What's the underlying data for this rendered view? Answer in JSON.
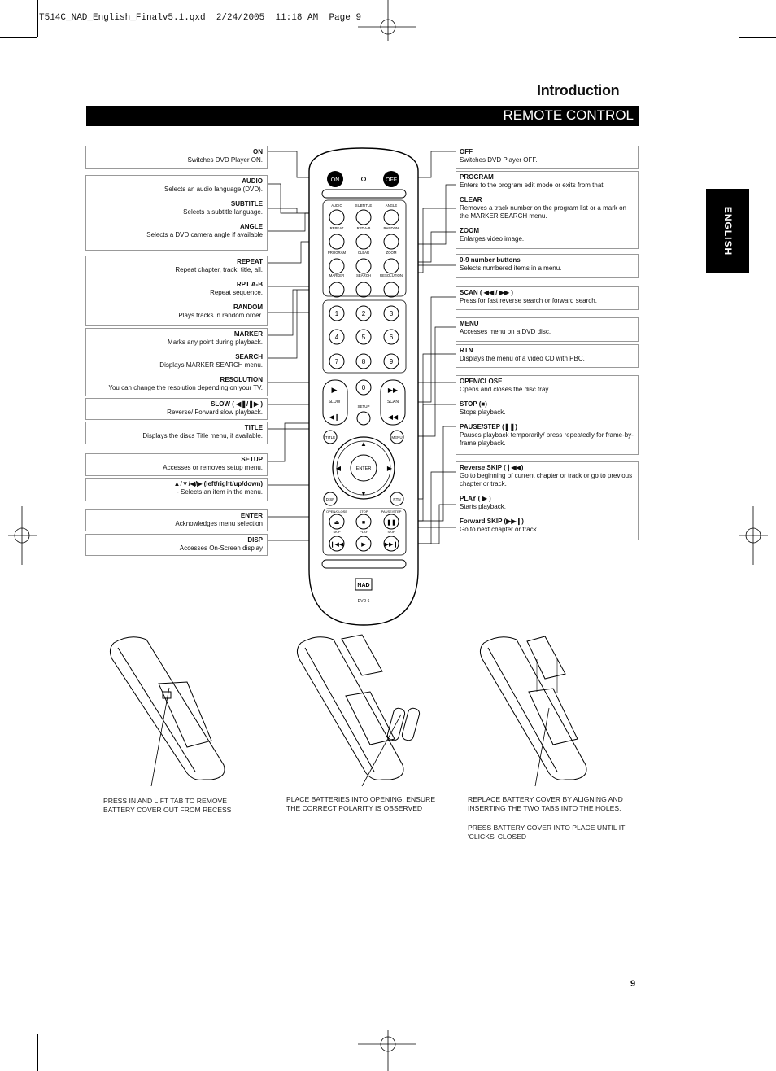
{
  "slug": "T514C_NAD_English_Finalv5.1.qxd  2/24/2005  11:18 AM  Page 9",
  "section_title": "Introduction",
  "section_subtitle": "REMOTE CONTROL",
  "side_tab": "ENGLISH",
  "page_number": "9",
  "left_groups": [
    {
      "items": [
        {
          "title": "ON",
          "desc": "Switches DVD Player ON."
        }
      ]
    },
    {
      "items": [
        {
          "title": "AUDIO",
          "desc": "Selects an audio language (DVD)."
        },
        {
          "title": "SUBTITLE",
          "desc": "Selects a subtitle language."
        },
        {
          "title": "ANGLE",
          "desc": "Selects a DVD camera angle if available"
        }
      ]
    },
    {
      "items": [
        {
          "title": "REPEAT",
          "desc": "Repeat chapter, track, title, all."
        },
        {
          "title": "RPT A-B",
          "desc": "Repeat sequence."
        },
        {
          "title": "RANDOM",
          "desc": "Plays tracks in random order."
        }
      ]
    },
    {
      "items": [
        {
          "title": "MARKER",
          "desc": "Marks any point during playback."
        },
        {
          "title": "SEARCH",
          "desc": "Displays MARKER SEARCH menu."
        },
        {
          "title": "RESOLUTION",
          "desc": "You can change the resolution depending on your TV."
        }
      ]
    },
    {
      "items": [
        {
          "title": "SLOW ( ◀❚/❚▶ )",
          "desc": "Reverse/ Forward slow playback."
        }
      ]
    },
    {
      "items": [
        {
          "title": "TITLE",
          "desc": "Displays the discs Title menu, if available."
        }
      ]
    },
    {
      "items": [
        {
          "title": "SETUP",
          "desc": "Accesses or removes setup menu."
        }
      ]
    },
    {
      "items": [
        {
          "title": "▲/▼/◀/▶  (left/right/up/down)",
          "desc": "- Selects an item in the menu."
        }
      ]
    },
    {
      "items": [
        {
          "title": "ENTER",
          "desc": "Acknowledges menu selection"
        }
      ]
    },
    {
      "items": [
        {
          "title": "DISP",
          "desc": "Accesses On-Screen display"
        }
      ]
    }
  ],
  "right_groups": [
    {
      "items": [
        {
          "title": "OFF",
          "desc": "Switches DVD Player OFF."
        }
      ]
    },
    {
      "items": [
        {
          "title": "PROGRAM",
          "desc": "Enters to the program edit mode or exits from that."
        },
        {
          "title": "CLEAR",
          "desc": "Removes a track number on the program list or a mark on the MARKER SEARCH menu."
        },
        {
          "title": "ZOOM",
          "desc": "Enlarges video image."
        }
      ]
    },
    {
      "items": [
        {
          "title": "0-9 number buttons",
          "desc": "Selects numbered items in a menu."
        }
      ]
    },
    {
      "items": [
        {
          "title": "SCAN ( ◀◀ / ▶▶ )",
          "desc": "Press for fast reverse search or forward search."
        }
      ]
    },
    {
      "items": [
        {
          "title": "MENU",
          "desc": "Accesses menu on a DVD disc."
        }
      ]
    },
    {
      "items": [
        {
          "title": "RTN",
          "desc": "Displays the menu of a video CD with PBC."
        }
      ]
    },
    {
      "items": [
        {
          "title": "OPEN/CLOSE",
          "desc": "Opens and closes the disc tray."
        },
        {
          "title": "STOP (■)",
          "desc": "Stops playback."
        },
        {
          "title": "PAUSE/STEP (❚❚)",
          "desc": "Pauses playback temporarily/ press repeatedly for frame-by-frame playback."
        }
      ]
    },
    {
      "items": [
        {
          "title": "Reverse SKIP (❙◀◀)",
          "desc": "Go to beginning of current chapter or track or go to previous chapter or track."
        },
        {
          "title": "PLAY ( ▶ )",
          "desc": "Starts playback."
        },
        {
          "title": "Forward SKIP (▶▶❙)",
          "desc": "Go to next chapter or track."
        }
      ]
    }
  ],
  "remote": {
    "on": "ON",
    "off": "OFF",
    "row1": [
      "AUDIO",
      "SUBTITLE",
      "ANGLE"
    ],
    "row2": [
      "REPEAT",
      "RPT A-B",
      "RANDOM"
    ],
    "row3": [
      "PROGRAM",
      "CLEAR",
      "ZOOM"
    ],
    "row4": [
      "MARKER",
      "SEARCH",
      "RESOLUTION"
    ],
    "digits": [
      "1",
      "2",
      "3",
      "4",
      "5",
      "6",
      "7",
      "8",
      "9",
      "0"
    ],
    "slow": "SLOW",
    "scan": "SCAN",
    "setup": "SETUP",
    "title": "TITLE",
    "menu": "MENU",
    "enter": "ENTER",
    "disp": "DISP",
    "rtn": "RTN",
    "transport_top": [
      "OPEN/CLOSE",
      "STOP",
      "PAUSE/STEP"
    ],
    "transport_bottom": [
      "SKIP",
      "PLAY",
      "SKIP"
    ],
    "brand": "NAD",
    "model": "DVD 6"
  },
  "captions": [
    "PRESS IN AND LIFT TAB TO REMOVE BATTERY COVER OUT FROM RECESS",
    "PLACE BATTERIES INTO OPENING. ENSURE THE CORRECT POLARITY IS OBSERVED",
    "REPLACE BATTERY COVER BY ALIGNING AND INSERTING THE TWO TABS INTO THE HOLES.",
    "PRESS BATTERY COVER INTO PLACE UNTIL IT 'CLICKS' CLOSED"
  ]
}
